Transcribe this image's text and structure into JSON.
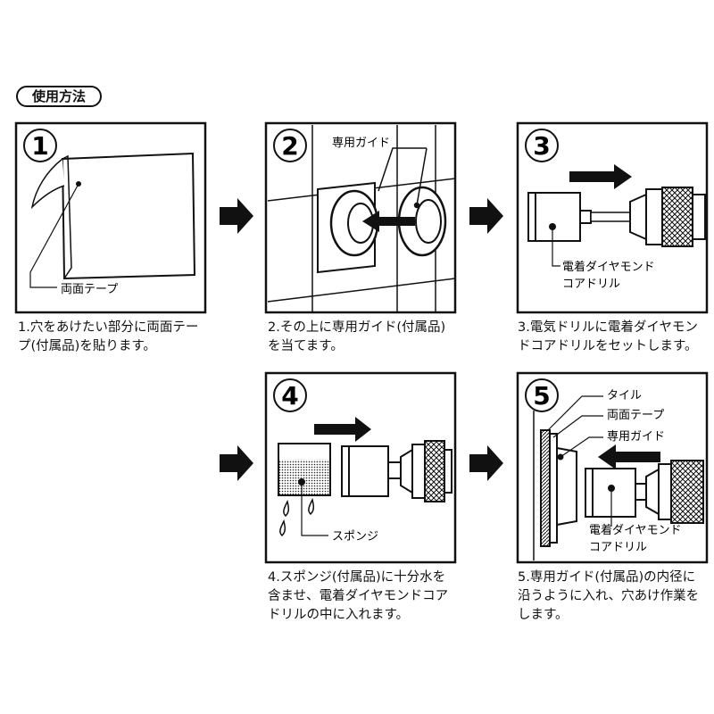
{
  "header": {
    "title": "使用方法"
  },
  "steps": [
    {
      "num": "1",
      "caption": "1.穴をあけたい部分に両面テープ(付属品)を貼ります。",
      "labels": {
        "tape": "両面テープ"
      }
    },
    {
      "num": "2",
      "caption": "2.その上に専用ガイド(付属品)を当てます。",
      "labels": {
        "guide": "専用ガイド"
      }
    },
    {
      "num": "3",
      "caption": "3.電気ドリルに電着ダイヤモンドコアドリルをセットします。",
      "labels": {
        "drill_l1": "電着ダイヤモンド",
        "drill_l2": "コアドリル"
      }
    },
    {
      "num": "4",
      "caption": "4.スポンジ(付属品)に十分水を含ませ、電着ダイヤモンドコアドリルの中に入れます。",
      "labels": {
        "sponge": "スポンジ"
      }
    },
    {
      "num": "5",
      "caption": "5.専用ガイド(付属品)の内径に沿うように入れ、穴あけ作業をします。",
      "labels": {
        "tile": "タイル",
        "tape": "両面テープ",
        "guide": "専用ガイド",
        "drill_l1": "電着ダイヤモンド",
        "drill_l2": "コアドリル"
      }
    }
  ],
  "colors": {
    "ink": "#111111",
    "paper": "#ffffff",
    "shade": "#c8c8c8"
  }
}
